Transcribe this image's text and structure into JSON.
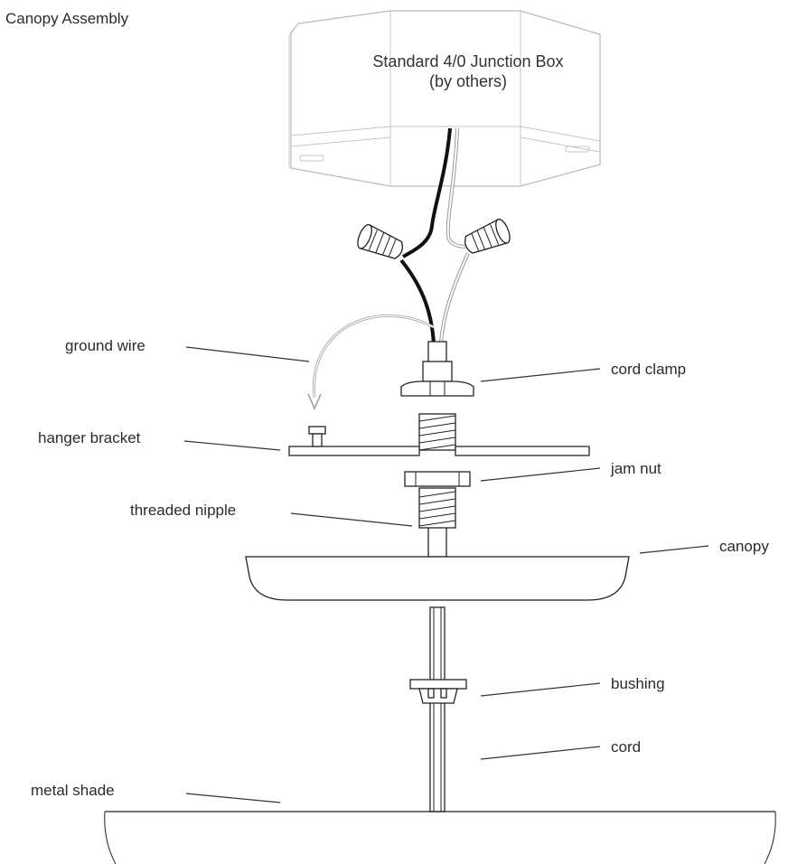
{
  "title": "Canopy Assembly",
  "junction_box": {
    "line1": "Standard 4/0 Junction Box",
    "line2": "(by others)"
  },
  "labels": {
    "ground_wire": "ground wire",
    "cord_clamp": "cord clamp",
    "hanger_bracket": "hanger bracket",
    "jam_nut": "jam nut",
    "threaded_nipple": "threaded nipple",
    "canopy": "canopy",
    "bushing": "bushing",
    "cord": "cord",
    "metal_shade": "metal shade"
  },
  "colors": {
    "line": "#222222",
    "box_outline": "#b9b9b9",
    "ground_wire": "#aaaaaa",
    "black_wire": "#111111"
  }
}
